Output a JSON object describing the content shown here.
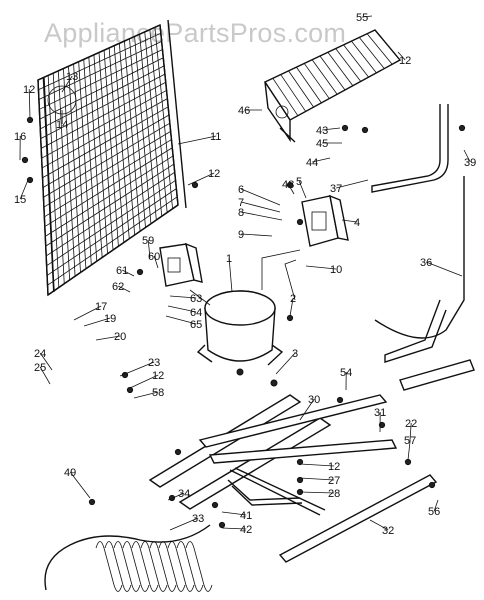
{
  "watermark": "AppliancePartsPros.com",
  "callouts": [
    "55",
    "12",
    "46",
    "43",
    "45",
    "44",
    "37",
    "39",
    "36",
    "48",
    "5",
    "6",
    "7",
    "8",
    "9",
    "4",
    "10",
    "12",
    "16",
    "15",
    "11",
    "14",
    "13",
    "12",
    "59",
    "60",
    "61",
    "62",
    "63",
    "64",
    "65",
    "1",
    "2",
    "17",
    "19",
    "20",
    "3",
    "24",
    "25",
    "23",
    "12",
    "58",
    "54",
    "30",
    "31",
    "22",
    "57",
    "49",
    "34",
    "12",
    "27",
    "28",
    "33",
    "41",
    "42",
    "32",
    "56"
  ]
}
